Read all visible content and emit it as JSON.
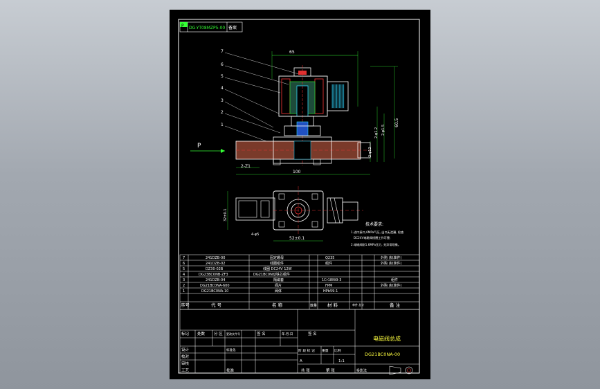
{
  "stamp": {
    "code_label": "P",
    "drawing_no": "DG-YT08MZP5-00",
    "note": "备案"
  },
  "dimensions": {
    "width_top": "65",
    "height_total": "60.5",
    "length": "100",
    "thread_left": "2-Z1",
    "thread_port": "2-φ12",
    "dim_small_1": "2-φ1.2",
    "dim_small_2": "2-φ1.5",
    "dim_bottom": "52±0.1",
    "dim_side": "32±0.1",
    "dim_hole": "4-φ5",
    "flow_label": "P"
  },
  "balloons": [
    "7",
    "6",
    "5",
    "4",
    "3",
    "2",
    "1"
  ],
  "tech_notes": {
    "heading": "技术要求:",
    "line1": "1.进口接口,6MPa气压, 出口无泄漏, 检查",
    "line2": "DC24V电磁阀线圈工作可靠;",
    "line3": "2.电磁阀耐1.6MPa压力, 无异常现象。"
  },
  "parts_header": {
    "no": "序号",
    "code": "代 号",
    "name": "名 称",
    "qty": "数量",
    "material": "材 料",
    "weight": "单件 总计",
    "remark": "备 注"
  },
  "parts": [
    {
      "no": "7",
      "code": "241DZB-00",
      "name": "固定螺母",
      "material": "Q235",
      "remark": "外购 (标准件)"
    },
    {
      "no": "6",
      "code": "241DZB-02",
      "name": "线圈组件",
      "material": "组件",
      "remark": "外购 (标准件)"
    },
    {
      "no": "5",
      "code": "DZ30-02B",
      "name": "线圈 DC24V 12W",
      "material": "",
      "remark": ""
    },
    {
      "no": "4",
      "code": "DG23BC0NB-ZF3",
      "name": "DG21BC0N动铁芯组件",
      "material": "",
      "remark": ""
    },
    {
      "no": "3",
      "code": "241DZB-04",
      "name": "隔磁套",
      "material": "1Cr18Ni9-3",
      "remark": "组件"
    },
    {
      "no": "2",
      "code": "DG21BC0NA-600",
      "name": "阀片",
      "material": "FPM",
      "remark": "外购 (标准件)"
    },
    {
      "no": "1",
      "code": "DG21BC0NA-10",
      "name": "阀体",
      "material": "HPb59-1",
      "remark": ""
    }
  ],
  "title_block": {
    "title": "电磁阀总成",
    "drawing_no": "DG21BC0NA-00",
    "scale": "1:1",
    "stage": "A",
    "labels": {
      "mark": "标记",
      "count": "处数",
      "zone": "分 区",
      "change_doc": "更改文件号",
      "sign": "签 名",
      "date": "年.月.日",
      "sign2": "签 名",
      "design": "设计",
      "check": "校对",
      "review": "审核",
      "process": "工艺",
      "standard": "标准化",
      "approve": "批准",
      "stage_mark": "阶 段 标 记",
      "weight": "重量",
      "scale_label": "比例",
      "total": "共 张",
      "sheet": "第 张",
      "proj": "投影法"
    }
  },
  "colors": {
    "bg": "#000000",
    "line": "#ffffff",
    "dim": "#35ff35",
    "accent": "#ffff40",
    "part_red": "#e03030",
    "part_cyan": "#30d8ff",
    "frame_outer": "#9aa0a8"
  }
}
